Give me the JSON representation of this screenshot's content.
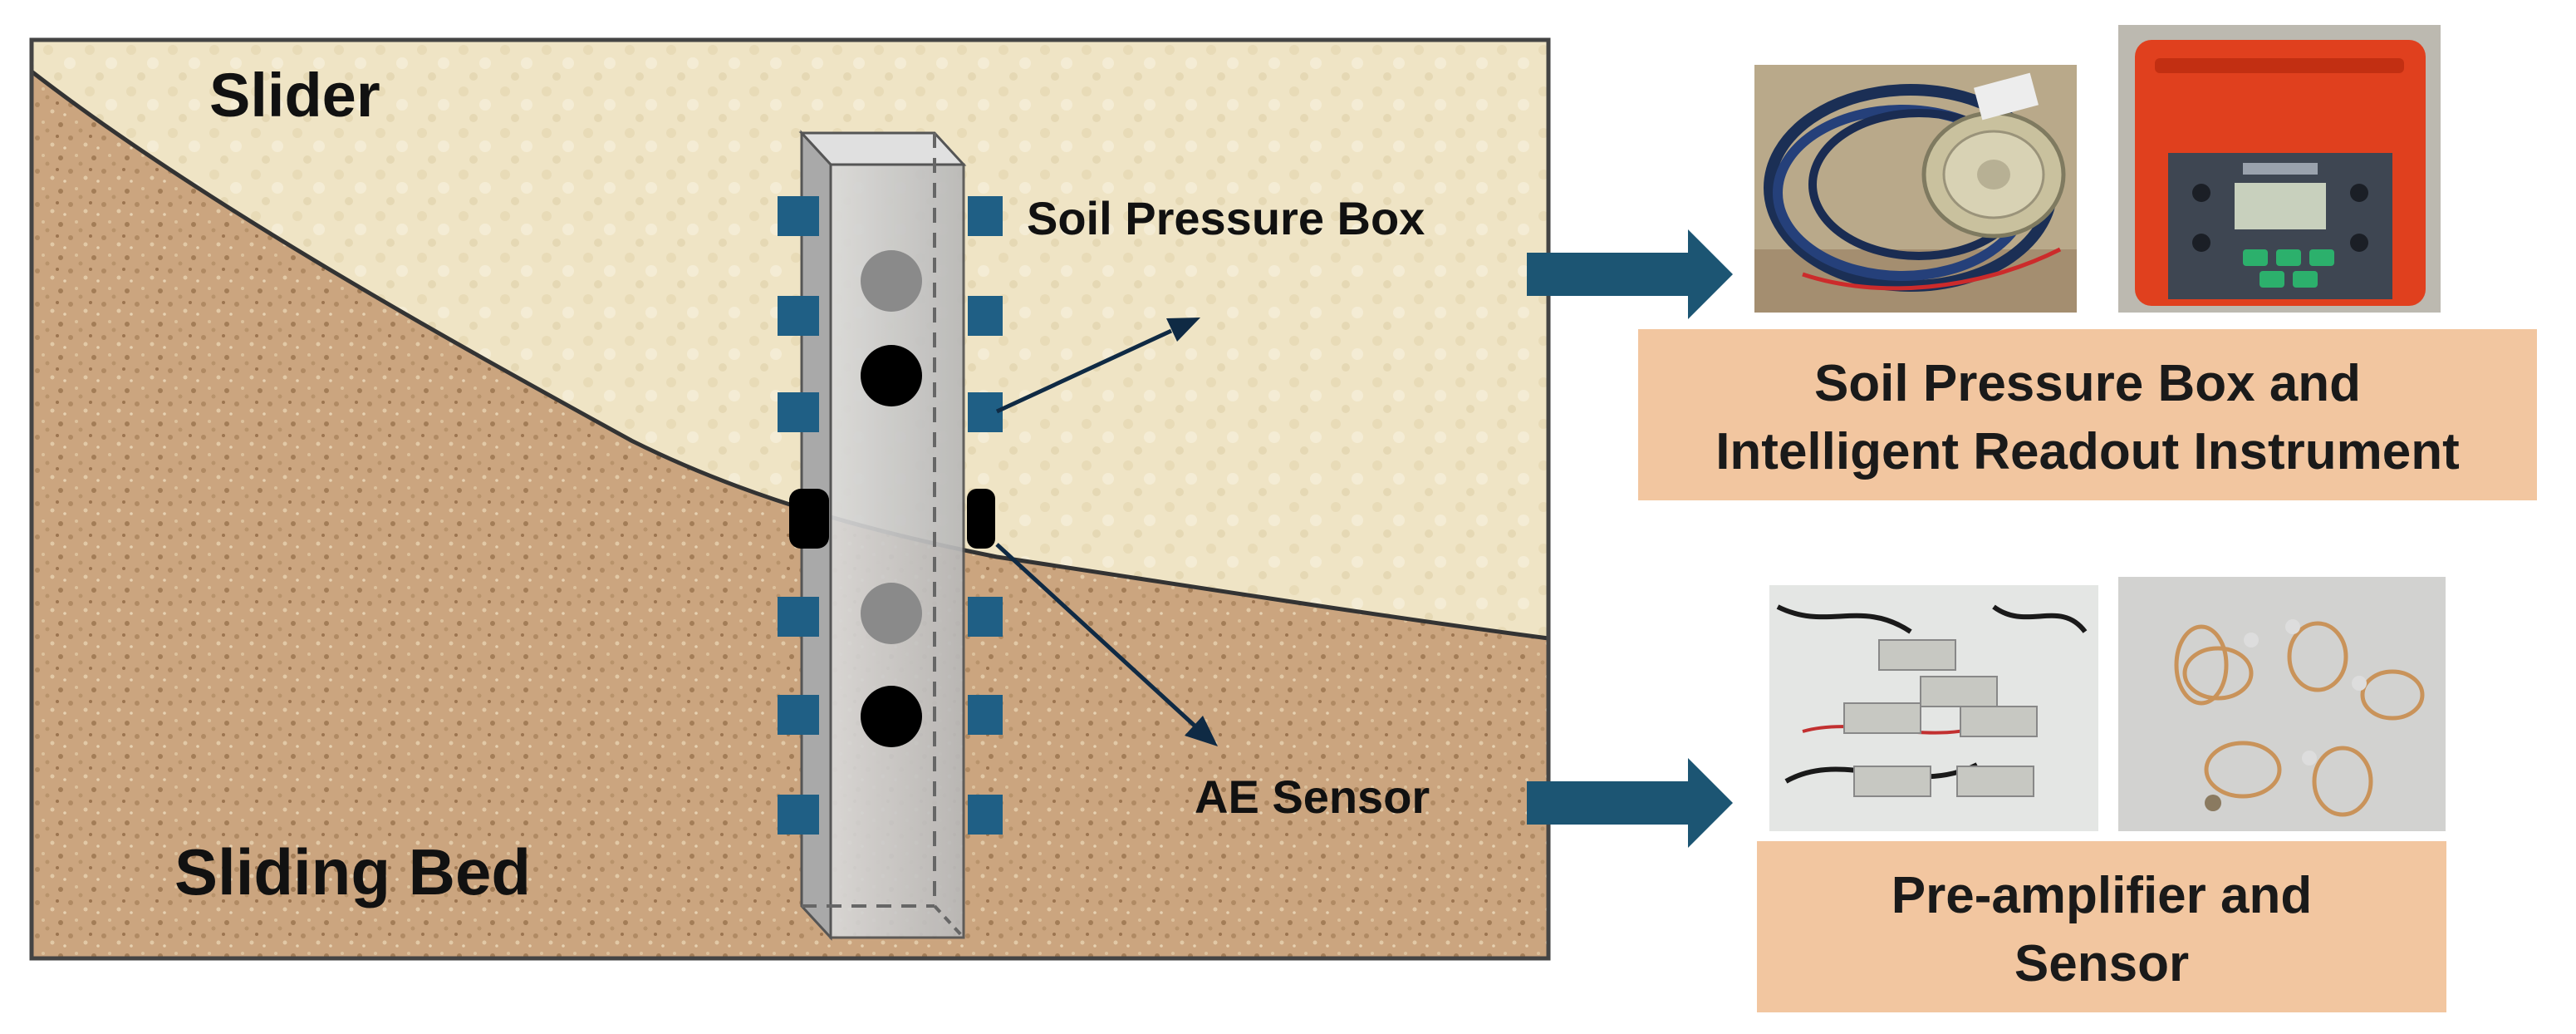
{
  "labels": {
    "slider": "Slider",
    "sliding_bed": "Sliding Bed",
    "soil_pressure_box": "Soil Pressure Box",
    "ae_sensor": "AE Sensor"
  },
  "captions": {
    "top_line1": "Soil Pressure Box and",
    "top_line2": "Intelligent Readout Instrument",
    "bottom_line1": "Pre-amplifier and",
    "bottom_line2": "Sensor"
  },
  "photos": {
    "photo1": "soil pressure box with coiled cable",
    "photo2": "intelligent readout instrument in red case",
    "photo3": "pre-amplifiers",
    "photo4": "AE sensors with coiled leads"
  },
  "colors": {
    "slider": "#efe4c5",
    "sliding_bed": "#cba57f",
    "pile": "#c9c9c9",
    "sensor_square": "#1f5f85",
    "arrow": "#1c5573",
    "caption_bg": "#f2c6a0"
  }
}
